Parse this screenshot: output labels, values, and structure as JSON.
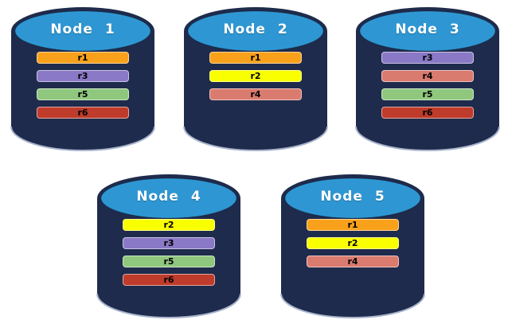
{
  "colors": {
    "cylinder_body": "#1E2B4C",
    "cylinder_top": "#2E97D3",
    "cylinder_bottom_highlight": "#A8B4CC",
    "node_title_text": "#FFFFFF",
    "replica_label_text": "#000000",
    "replica_colors": {
      "r1": "#F9A11B",
      "r2": "#FAFF00",
      "r3": "#8979C6",
      "r4": "#D97B6F",
      "r5": "#90C77E",
      "r6": "#BF3B2B"
    }
  },
  "nodes": [
    {
      "label": "Node 1",
      "replicas": [
        "r1",
        "r3",
        "r5",
        "r6"
      ]
    },
    {
      "label": "Node 2",
      "replicas": [
        "r1",
        "r2",
        "r4"
      ]
    },
    {
      "label": "Node 3",
      "replicas": [
        "r3",
        "r4",
        "r5",
        "r6"
      ]
    },
    {
      "label": "Node 4",
      "replicas": [
        "r2",
        "r3",
        "r5",
        "r6"
      ]
    },
    {
      "label": "Node 5",
      "replicas": [
        "r1",
        "r2",
        "r4"
      ]
    }
  ]
}
